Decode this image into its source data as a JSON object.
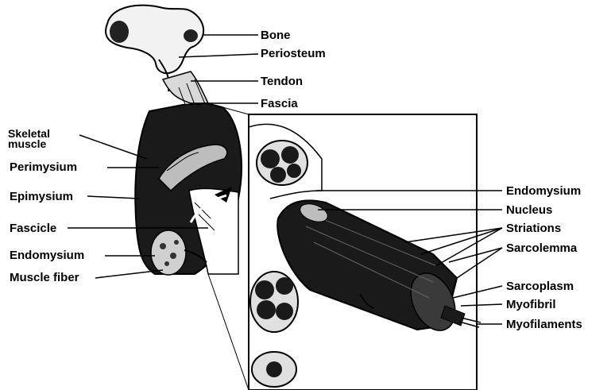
{
  "labels": {
    "bone": "Bone",
    "periosteum": "Periosteum",
    "tendon": "Tendon",
    "fascia": "Fascia",
    "skeletal_muscle": "Skeletal muscle",
    "perimysium": "Perimysium",
    "epimysium": "Epimysium",
    "fascicle": "Fascicle",
    "endomysium_left": "Endomysium",
    "muscle_fiber": "Muscle fiber",
    "endomysium_right": "Endomysium",
    "nucleus": "Nucleus",
    "striations": "Striations",
    "sarcolemma": "Sarcolemma",
    "sarcoplasm": "Sarcoplasm",
    "myofibril": "Myofibril",
    "myofilaments": "Myofilaments"
  },
  "colors": {
    "ink": "#000000",
    "muscle_dark": "#1a1a1a",
    "paper": "#ffffff",
    "light_tissue": "#e6e6e6"
  }
}
